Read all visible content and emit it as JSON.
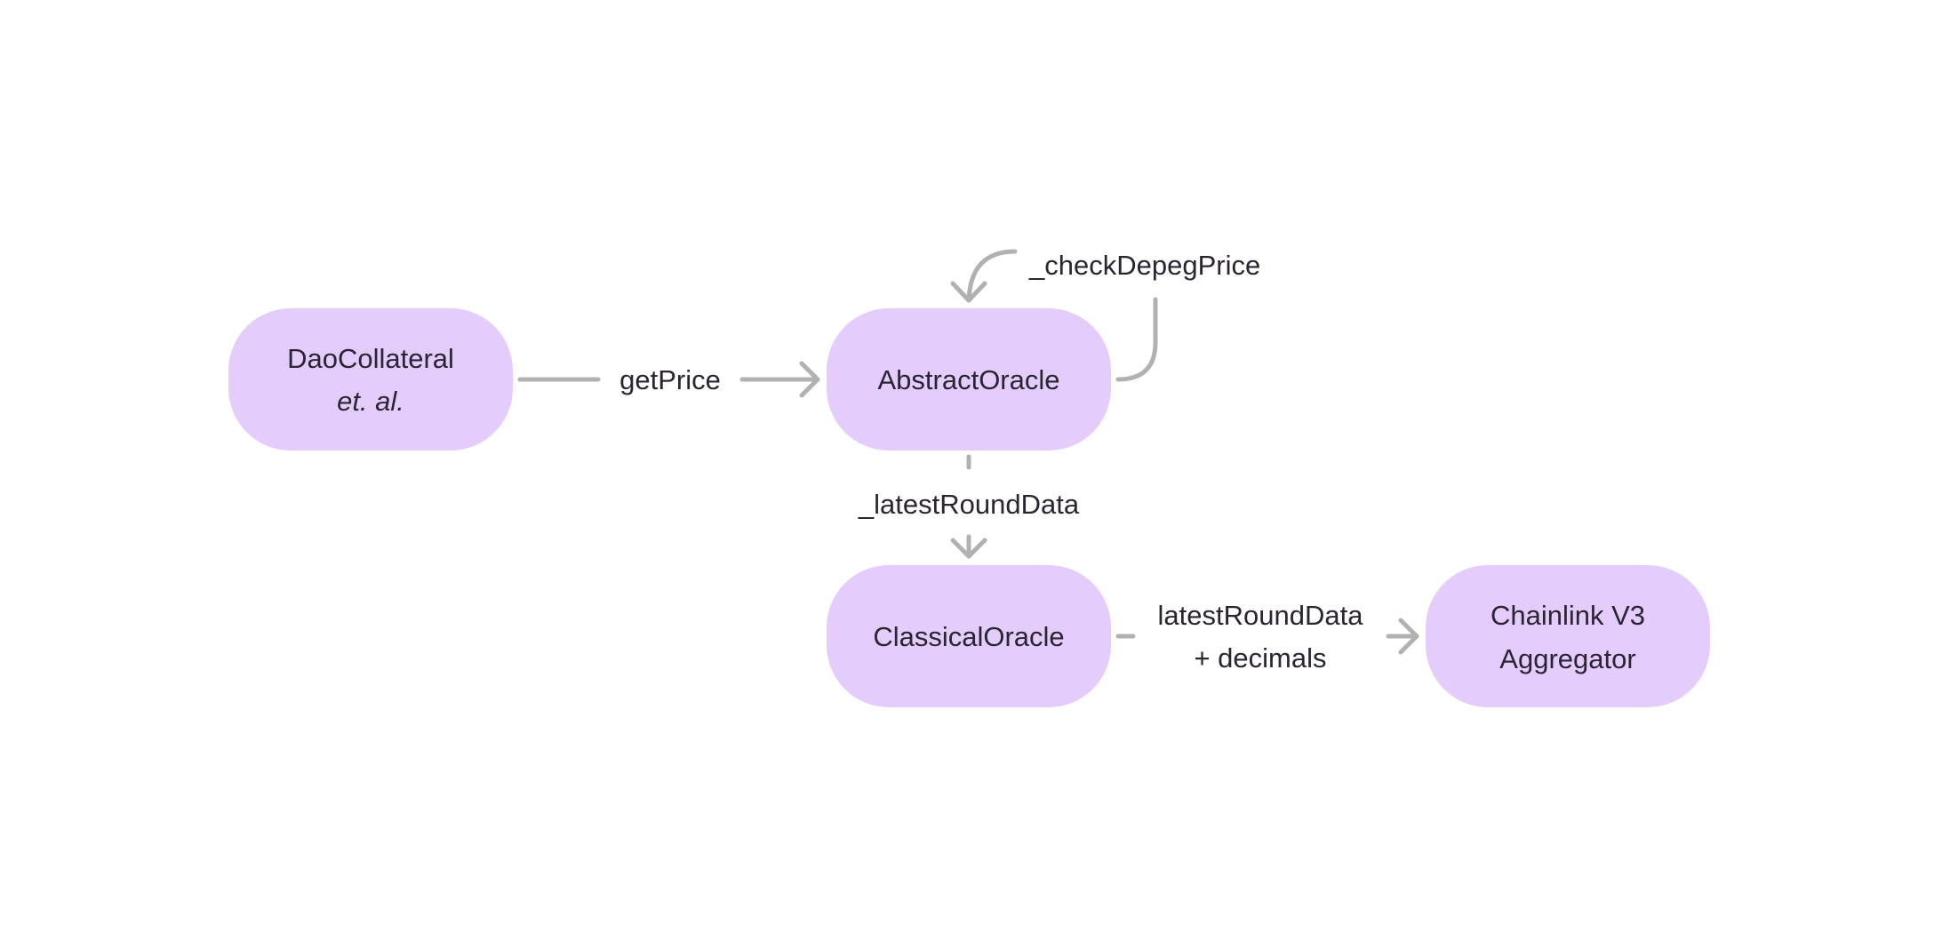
{
  "diagram": {
    "background": "#ffffff",
    "node_color": "#e4ccfd",
    "arrow_color": "#b1b1b1",
    "text_color": "#2b2433",
    "nodes": {
      "dao_collateral": {
        "line1": "DaoCollateral",
        "line2": "et. al."
      },
      "abstract_oracle": {
        "label": "AbstractOracle"
      },
      "classical_oracle": {
        "label": "ClassicalOracle"
      },
      "chainlink": {
        "line1": "Chainlink V3",
        "line2": "Aggregator"
      }
    },
    "edges": {
      "get_price": {
        "label": "getPrice",
        "from": "DaoCollateral",
        "to": "AbstractOracle"
      },
      "check_depeg": {
        "label": "_checkDepegPrice",
        "from": "AbstractOracle",
        "to": "AbstractOracle"
      },
      "latest_round_internal": {
        "label": "_latestRoundData",
        "from": "AbstractOracle",
        "to": "ClassicalOracle"
      },
      "latest_round_external": {
        "line1": "latestRoundData",
        "line2": "+ decimals",
        "from": "ClassicalOracle",
        "to": "Chainlink V3 Aggregator"
      }
    }
  }
}
